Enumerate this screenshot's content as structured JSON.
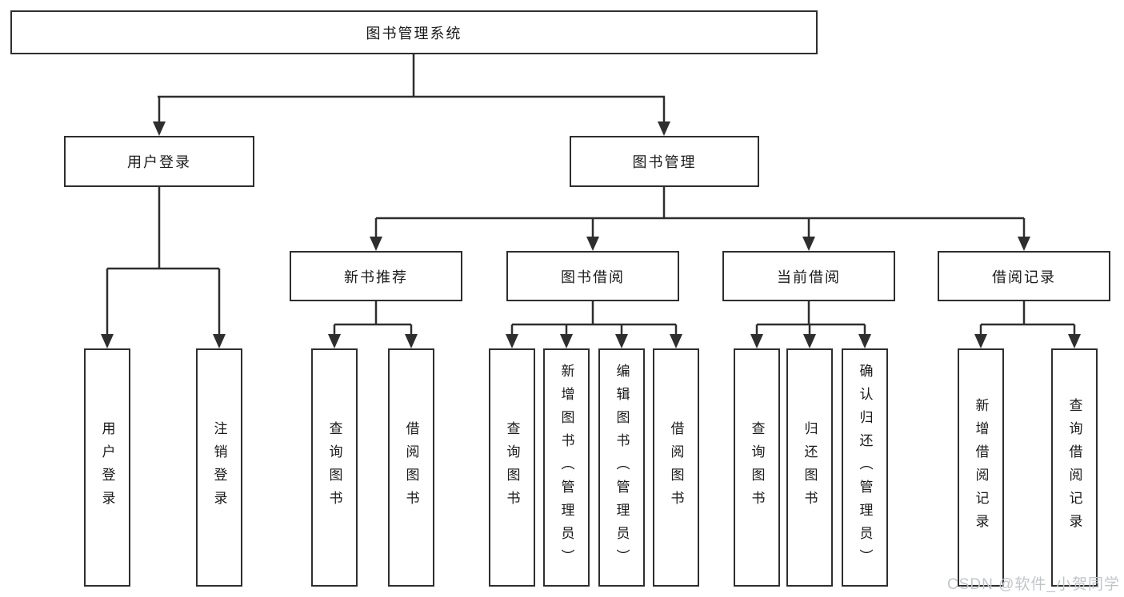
{
  "diagram": {
    "root": {
      "label": "图书管理系统"
    },
    "level1": [
      {
        "id": "user-login",
        "label": "用户登录"
      },
      {
        "id": "book-management",
        "label": "图书管理"
      }
    ],
    "level2": [
      {
        "id": "new-book-recommend",
        "parent": "图书管理",
        "label": "新书推荐"
      },
      {
        "id": "book-borrowing",
        "parent": "图书管理",
        "label": "图书借阅"
      },
      {
        "id": "current-borrowing",
        "parent": "图书管理",
        "label": "当前借阅"
      },
      {
        "id": "borrowing-records",
        "parent": "图书管理",
        "label": "借阅记录"
      }
    ],
    "leaves": [
      {
        "parent": "用户登录",
        "label": "用户登录"
      },
      {
        "parent": "用户登录",
        "label": "注销登录"
      },
      {
        "parent": "新书推荐",
        "label": "查询图书"
      },
      {
        "parent": "新书推荐",
        "label": "借阅图书"
      },
      {
        "parent": "图书借阅",
        "label": "查询图书"
      },
      {
        "parent": "图书借阅",
        "label": "新增图书（管理员）"
      },
      {
        "parent": "图书借阅",
        "label": "编辑图书（管理员）"
      },
      {
        "parent": "图书借阅",
        "label": "借阅图书"
      },
      {
        "parent": "当前借阅",
        "label": "查询图书"
      },
      {
        "parent": "当前借阅",
        "label": "归还图书"
      },
      {
        "parent": "当前借阅",
        "label": "确认归还（管理员）"
      },
      {
        "parent": "借阅记录",
        "label": "新增借阅记录"
      },
      {
        "parent": "借阅记录",
        "label": "查询借阅记录"
      }
    ],
    "colors": {
      "line": "#2e2e2e",
      "text": "#1a1a1a",
      "background": "#ffffff"
    }
  },
  "watermark": {
    "text": "CSDN @软件_小贺同学",
    "color": "#c2c5c8"
  }
}
